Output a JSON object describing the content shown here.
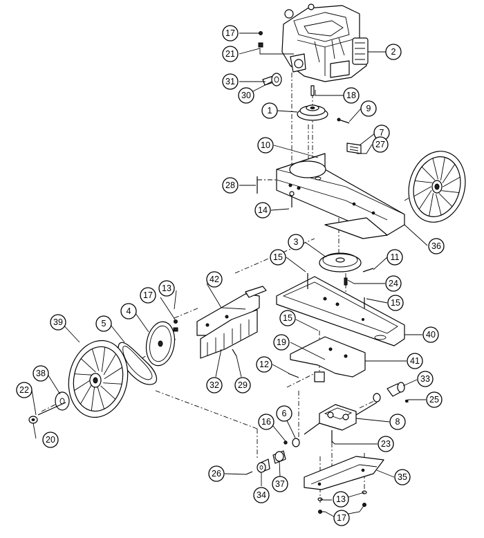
{
  "callouts": [
    {
      "id": "c17a",
      "label": "17"
    },
    {
      "id": "c21",
      "label": "21"
    },
    {
      "id": "c2",
      "label": "2"
    },
    {
      "id": "c31",
      "label": "31"
    },
    {
      "id": "c30",
      "label": "30"
    },
    {
      "id": "c18",
      "label": "18"
    },
    {
      "id": "c1",
      "label": "1"
    },
    {
      "id": "c9",
      "label": "9"
    },
    {
      "id": "c7",
      "label": "7"
    },
    {
      "id": "c10",
      "label": "10"
    },
    {
      "id": "c27",
      "label": "27"
    },
    {
      "id": "c28",
      "label": "28"
    },
    {
      "id": "c14",
      "label": "14"
    },
    {
      "id": "c36",
      "label": "36"
    },
    {
      "id": "c3",
      "label": "3"
    },
    {
      "id": "c15a",
      "label": "15"
    },
    {
      "id": "c11",
      "label": "11"
    },
    {
      "id": "c42",
      "label": "42"
    },
    {
      "id": "c24",
      "label": "24"
    },
    {
      "id": "c13a",
      "label": "13"
    },
    {
      "id": "c15b",
      "label": "15"
    },
    {
      "id": "c17b",
      "label": "17"
    },
    {
      "id": "c4",
      "label": "4"
    },
    {
      "id": "c39",
      "label": "39"
    },
    {
      "id": "c5",
      "label": "5"
    },
    {
      "id": "c15c",
      "label": "15"
    },
    {
      "id": "c40",
      "label": "40"
    },
    {
      "id": "c19",
      "label": "19"
    },
    {
      "id": "c41",
      "label": "41"
    },
    {
      "id": "c12",
      "label": "12"
    },
    {
      "id": "c38",
      "label": "38"
    },
    {
      "id": "c32",
      "label": "32"
    },
    {
      "id": "c29",
      "label": "29"
    },
    {
      "id": "c33",
      "label": "33"
    },
    {
      "id": "c22",
      "label": "22"
    },
    {
      "id": "c25",
      "label": "25"
    },
    {
      "id": "c16",
      "label": "16"
    },
    {
      "id": "c6",
      "label": "6"
    },
    {
      "id": "c8",
      "label": "8"
    },
    {
      "id": "c20",
      "label": "20"
    },
    {
      "id": "c23",
      "label": "23"
    },
    {
      "id": "c26",
      "label": "26"
    },
    {
      "id": "c35",
      "label": "35"
    },
    {
      "id": "c37",
      "label": "37"
    },
    {
      "id": "c34",
      "label": "34"
    },
    {
      "id": "c13b",
      "label": "13"
    },
    {
      "id": "c17c",
      "label": "17"
    }
  ]
}
